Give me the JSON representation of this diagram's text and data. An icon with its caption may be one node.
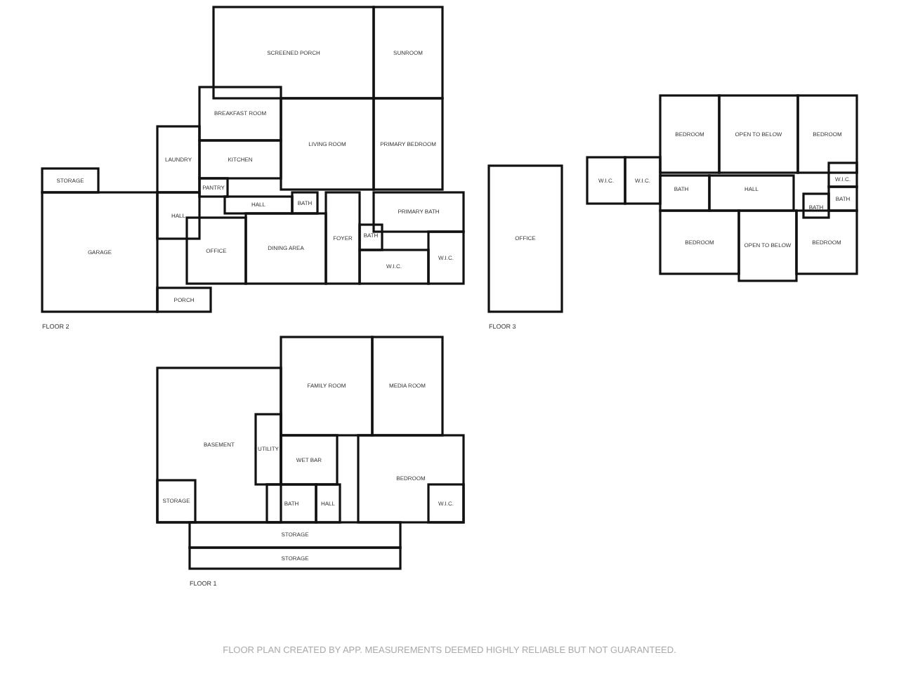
{
  "diagram": {
    "labels": [
      "SCREENED PORCH",
      "SUNROOM",
      "BREAKFAST ROOM",
      "LIVING ROOM",
      "PRIMARY BEDROOM",
      "LAUNDRY",
      "KITCHEN",
      "STORAGE",
      "PANTRY",
      "BATH",
      "PRIMARY BATH",
      "HALL",
      "HALL",
      "FOYER",
      "BATH",
      "GARAGE",
      "OFFICE",
      "DINING AREA",
      "W.I.C.",
      "W.I.C.",
      "PORCH",
      "FLOOR 2",
      "BEDROOM",
      "OPEN TO BELOW",
      "BEDROOM",
      "W.I.C.",
      "W.I.C.",
      "W.I.C.",
      "BATH",
      "HALL",
      "BATH",
      "BATH",
      "OFFICE",
      "BEDROOM",
      "OPEN TO BELOW",
      "BEDROOM",
      "FLOOR 3",
      "FAMILY ROOM",
      "MEDIA ROOM",
      "BASEMENT",
      "UTILITY",
      "WET BAR",
      "BEDROOM",
      "STORAGE",
      "BATH",
      "HALL",
      "W.I.C.",
      "STORAGE",
      "STORAGE",
      "FLOOR 1",
      "FLOOR PLAN CREATED BY APP. MEASUREMENTS DEEMED HIGHLY RELIABLE BUT NOT GUARANTEED."
    ]
  }
}
